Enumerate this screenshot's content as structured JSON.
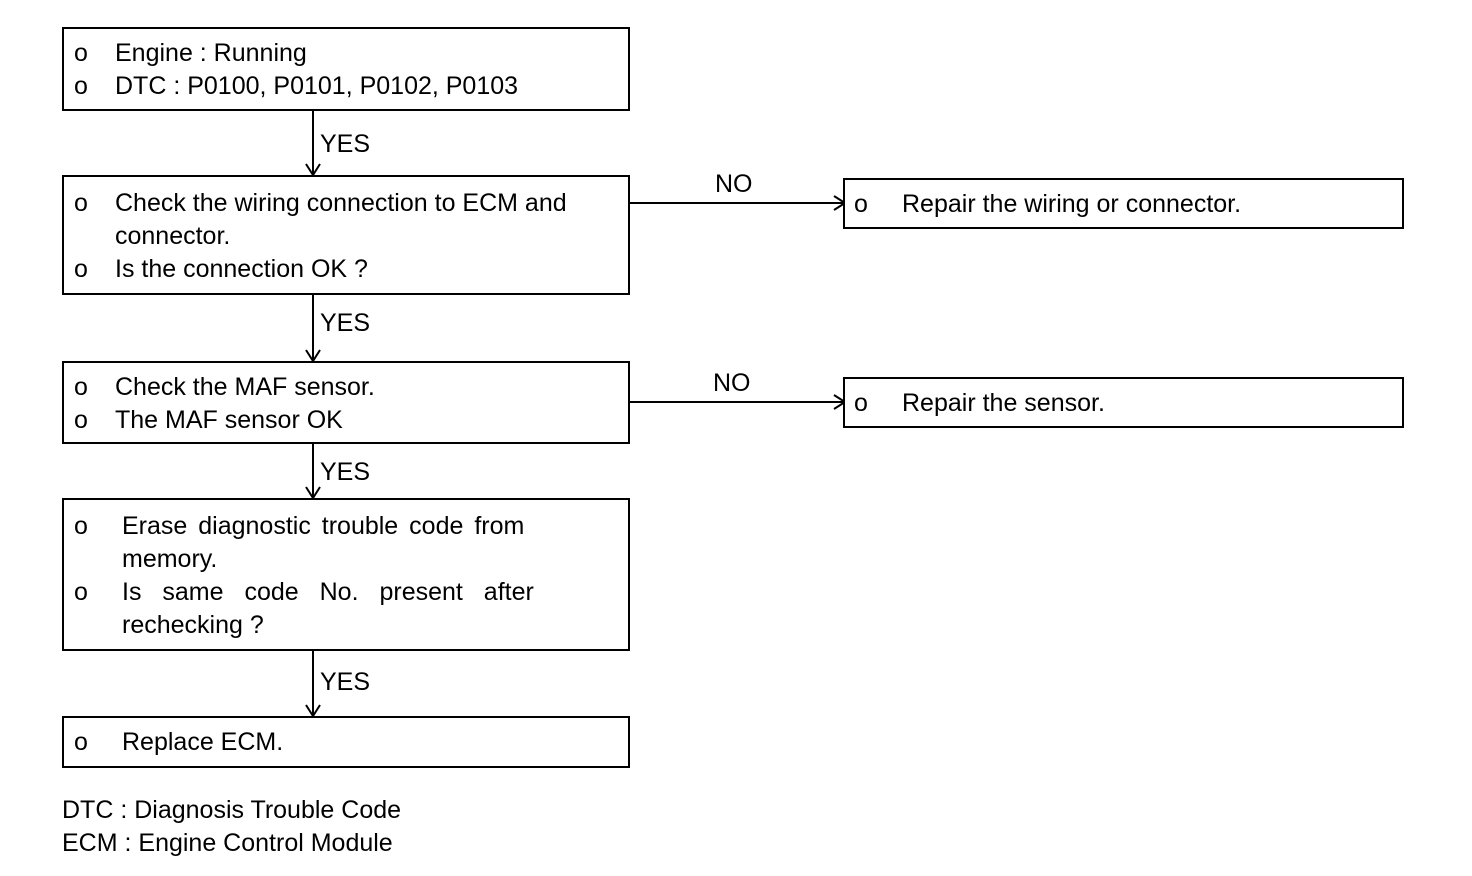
{
  "bullet": "o",
  "box1": {
    "line1": "Engine : Running",
    "line2": "DTC : P0100, P0101, P0102, P0103"
  },
  "box2": {
    "line1": "Check the wiring connection to ECM and",
    "line1b": "connector.",
    "line2": "Is the connection OK ?"
  },
  "box3": {
    "line1": "Check the MAF sensor.",
    "line2": "The MAF sensor OK"
  },
  "box4": {
    "line1": "Erase diagnostic trouble code from",
    "line1b": "memory.",
    "line2": "Is same code No. present after",
    "line2b": "rechecking ?"
  },
  "box5": {
    "line1": "Replace ECM."
  },
  "no_box1": {
    "line1": "Repair the wiring or connector."
  },
  "no_box2": {
    "line1": "Repair the sensor."
  },
  "labels": {
    "yes": "YES",
    "no": "NO"
  },
  "legend": {
    "dtc": "DTC : Diagnosis Trouble Code",
    "ecm": "ECM : Engine Control Module"
  }
}
